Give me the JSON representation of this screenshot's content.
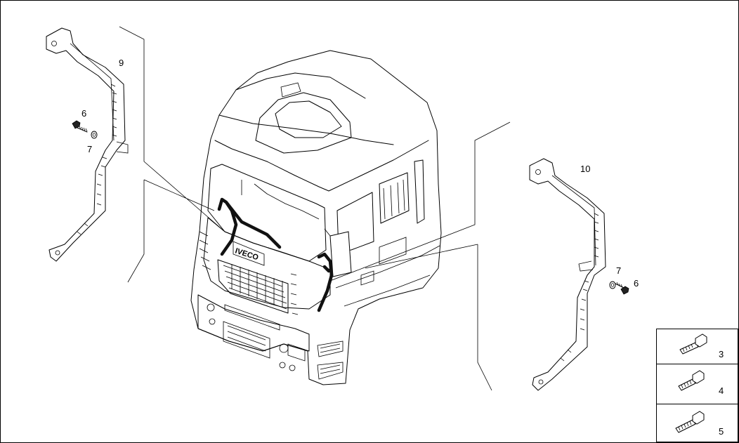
{
  "diagram": {
    "callouts": {
      "c9": "9",
      "c10": "10",
      "c6_left": "6",
      "c7_left": "7",
      "c6_right": "6",
      "c7_right": "7",
      "c3": "3",
      "c4": "4",
      "c5": "5"
    },
    "brand_text": "IVECO"
  }
}
